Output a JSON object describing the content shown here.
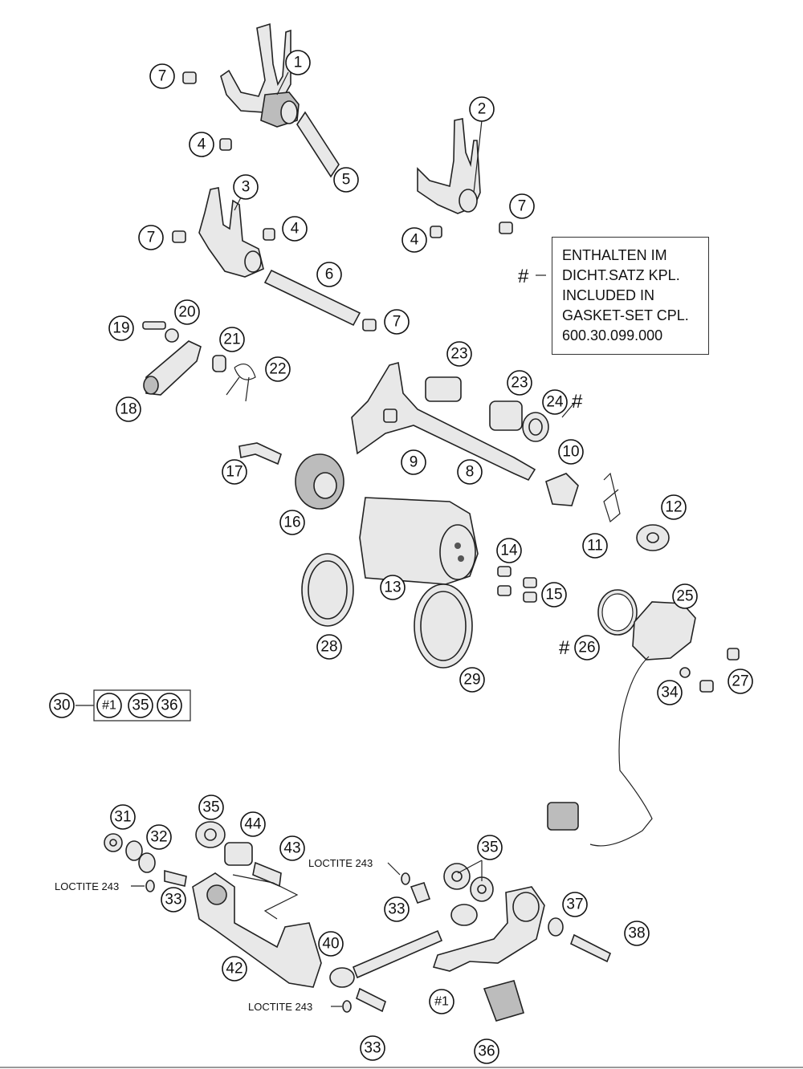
{
  "diagram": {
    "callouts": [
      {
        "id": "c1",
        "label": "1"
      },
      {
        "id": "c2",
        "label": "2"
      },
      {
        "id": "c3",
        "label": "3"
      },
      {
        "id": "c4a",
        "label": "4"
      },
      {
        "id": "c4b",
        "label": "4"
      },
      {
        "id": "c4c",
        "label": "4"
      },
      {
        "id": "c5",
        "label": "5"
      },
      {
        "id": "c6",
        "label": "6"
      },
      {
        "id": "c7a",
        "label": "7"
      },
      {
        "id": "c7b",
        "label": "7"
      },
      {
        "id": "c7c",
        "label": "7"
      },
      {
        "id": "c7d",
        "label": "7"
      },
      {
        "id": "c8",
        "label": "8"
      },
      {
        "id": "c9",
        "label": "9"
      },
      {
        "id": "c10",
        "label": "10"
      },
      {
        "id": "c11",
        "label": "11"
      },
      {
        "id": "c12",
        "label": "12"
      },
      {
        "id": "c13",
        "label": "13"
      },
      {
        "id": "c14",
        "label": "14"
      },
      {
        "id": "c15",
        "label": "15"
      },
      {
        "id": "c16",
        "label": "16"
      },
      {
        "id": "c17",
        "label": "17"
      },
      {
        "id": "c18",
        "label": "18"
      },
      {
        "id": "c19",
        "label": "19"
      },
      {
        "id": "c20",
        "label": "20"
      },
      {
        "id": "c21",
        "label": "21"
      },
      {
        "id": "c22",
        "label": "22"
      },
      {
        "id": "c23a",
        "label": "23"
      },
      {
        "id": "c23b",
        "label": "23"
      },
      {
        "id": "c24",
        "label": "24"
      },
      {
        "id": "c25",
        "label": "25"
      },
      {
        "id": "c26",
        "label": "26"
      },
      {
        "id": "c27",
        "label": "27"
      },
      {
        "id": "c28",
        "label": "28"
      },
      {
        "id": "c29",
        "label": "29"
      },
      {
        "id": "c30",
        "label": "30"
      },
      {
        "id": "k1",
        "label": "#1"
      },
      {
        "id": "k35",
        "label": "35"
      },
      {
        "id": "k36",
        "label": "36"
      },
      {
        "id": "c31",
        "label": "31"
      },
      {
        "id": "c32",
        "label": "32"
      },
      {
        "id": "c33a",
        "label": "33"
      },
      {
        "id": "c33b",
        "label": "33"
      },
      {
        "id": "c33c",
        "label": "33"
      },
      {
        "id": "c34",
        "label": "34"
      },
      {
        "id": "c35a",
        "label": "35"
      },
      {
        "id": "c35b",
        "label": "35"
      },
      {
        "id": "c36",
        "label": "36"
      },
      {
        "id": "c37",
        "label": "37"
      },
      {
        "id": "c38",
        "label": "38"
      },
      {
        "id": "c40",
        "label": "40"
      },
      {
        "id": "c41",
        "label": "#1"
      },
      {
        "id": "c42",
        "label": "42"
      },
      {
        "id": "c43",
        "label": "43"
      },
      {
        "id": "c44",
        "label": "44"
      }
    ],
    "hash_marks": [
      "#",
      "#",
      "#"
    ],
    "loctite": [
      "LOCTITE 243",
      "LOCTITE 243",
      "LOCTITE 243"
    ]
  },
  "note": {
    "lines": [
      "ENTHALTEN IM",
      "DICHT.SATZ KPL.",
      "INCLUDED IN",
      "GASKET-SET CPL.",
      "600.30.099.000"
    ]
  }
}
